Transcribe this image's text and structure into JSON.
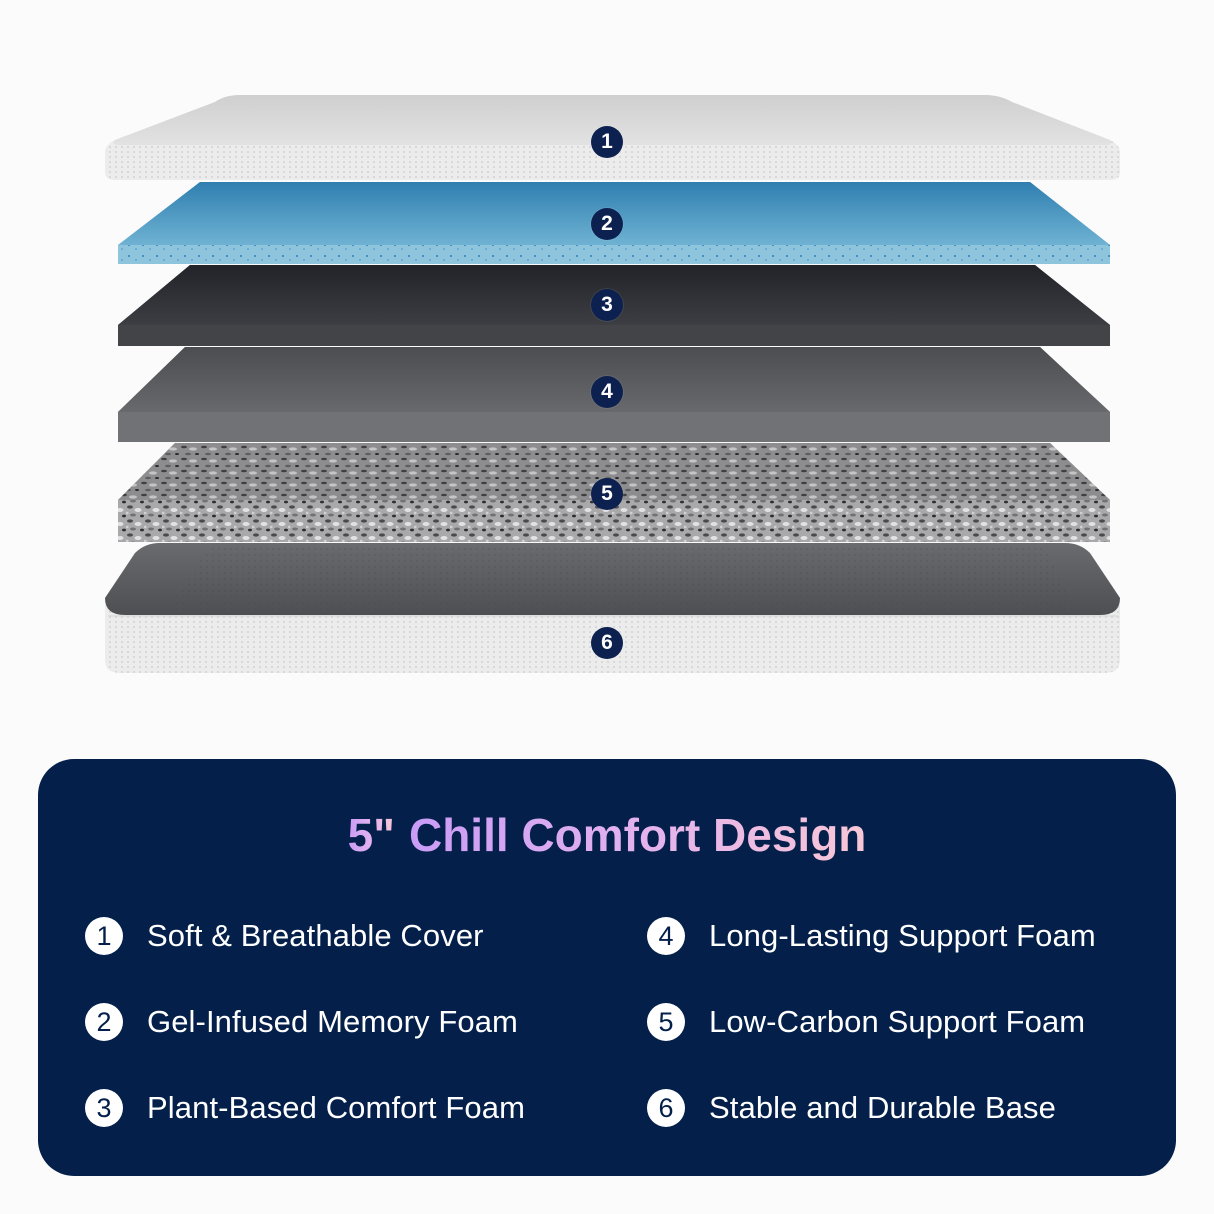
{
  "diagram": {
    "type": "exploded mattress layers",
    "layers": [
      {
        "badge": "1",
        "color_top": "#dcdcdc",
        "color_side": "#ececec",
        "texture": "knit fabric"
      },
      {
        "badge": "2",
        "color_top": "#4f9cc4",
        "color_side": "#8cc4dc",
        "texture": "gel speckle"
      },
      {
        "badge": "3",
        "color_top": "#2e3035",
        "color_side": "#3b3d42",
        "texture": "dense foam"
      },
      {
        "badge": "4",
        "color_top": "#5b5c60",
        "color_side": "#6c6d71",
        "texture": "foam"
      },
      {
        "badge": "5",
        "color_top": "#8a8a8c",
        "color_side": "#b0b0b2",
        "texture": "rebonded speckle"
      },
      {
        "badge": "6",
        "color_top": "#5d5e61",
        "color_side": "#e9e9e9",
        "texture": "knit base"
      }
    ]
  },
  "panel": {
    "title_size": "5\"",
    "title_text": "Chill Comfort Design",
    "items": [
      {
        "num": "1",
        "label": "Soft & Breathable Cover"
      },
      {
        "num": "2",
        "label": "Gel-Infused Memory Foam"
      },
      {
        "num": "3",
        "label": "Plant-Based Comfort Foam"
      },
      {
        "num": "4",
        "label": "Long-Lasting Support Foam"
      },
      {
        "num": "5",
        "label": "Low-Carbon Support Foam"
      },
      {
        "num": "6",
        "label": "Stable and Durable Base"
      }
    ]
  },
  "colors": {
    "panel_bg": "#031f4a",
    "badge_bg": "#0d2150",
    "title_gradient_start": "#c99cf6",
    "title_gradient_end": "#f8c7d6",
    "page_bg": "#fbfbfb"
  }
}
